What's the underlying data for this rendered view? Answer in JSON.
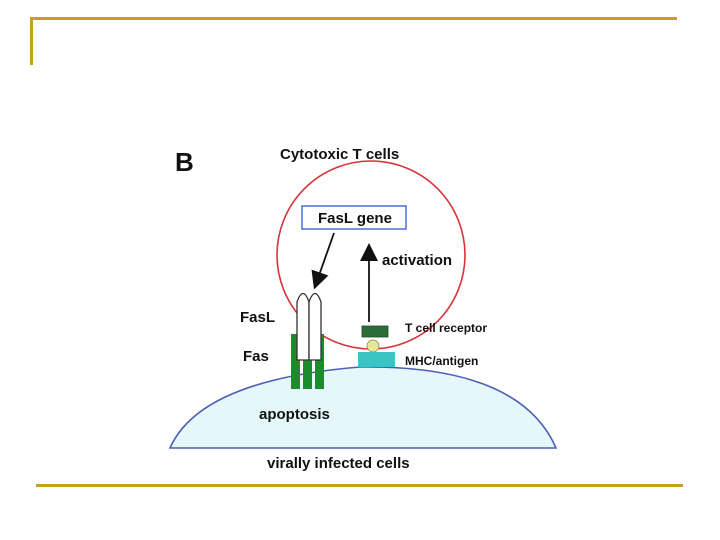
{
  "panel_letter": "B",
  "top_label": "Cytotoxic T cells",
  "gene_label": "FasL gene",
  "activation_label": "activation",
  "fasl_label": "FasL",
  "fas_label": "Fas",
  "tcr_label": "T cell receptor",
  "mhc_label": "MHC/antigen",
  "apoptosis_label": "apoptosis",
  "bottom_label": "virally infected cells",
  "colors": {
    "frame": "#c8a21e",
    "t_cell_outline": "#d9333a",
    "gene_box": "#3a66c9",
    "infected_cell_fill": "#e6f7fb",
    "infected_cell_outline": "#4b5fb8",
    "fas": "#1a8c2a",
    "tcr": "#2e6b3a",
    "mhc": "#3cc4c4"
  }
}
